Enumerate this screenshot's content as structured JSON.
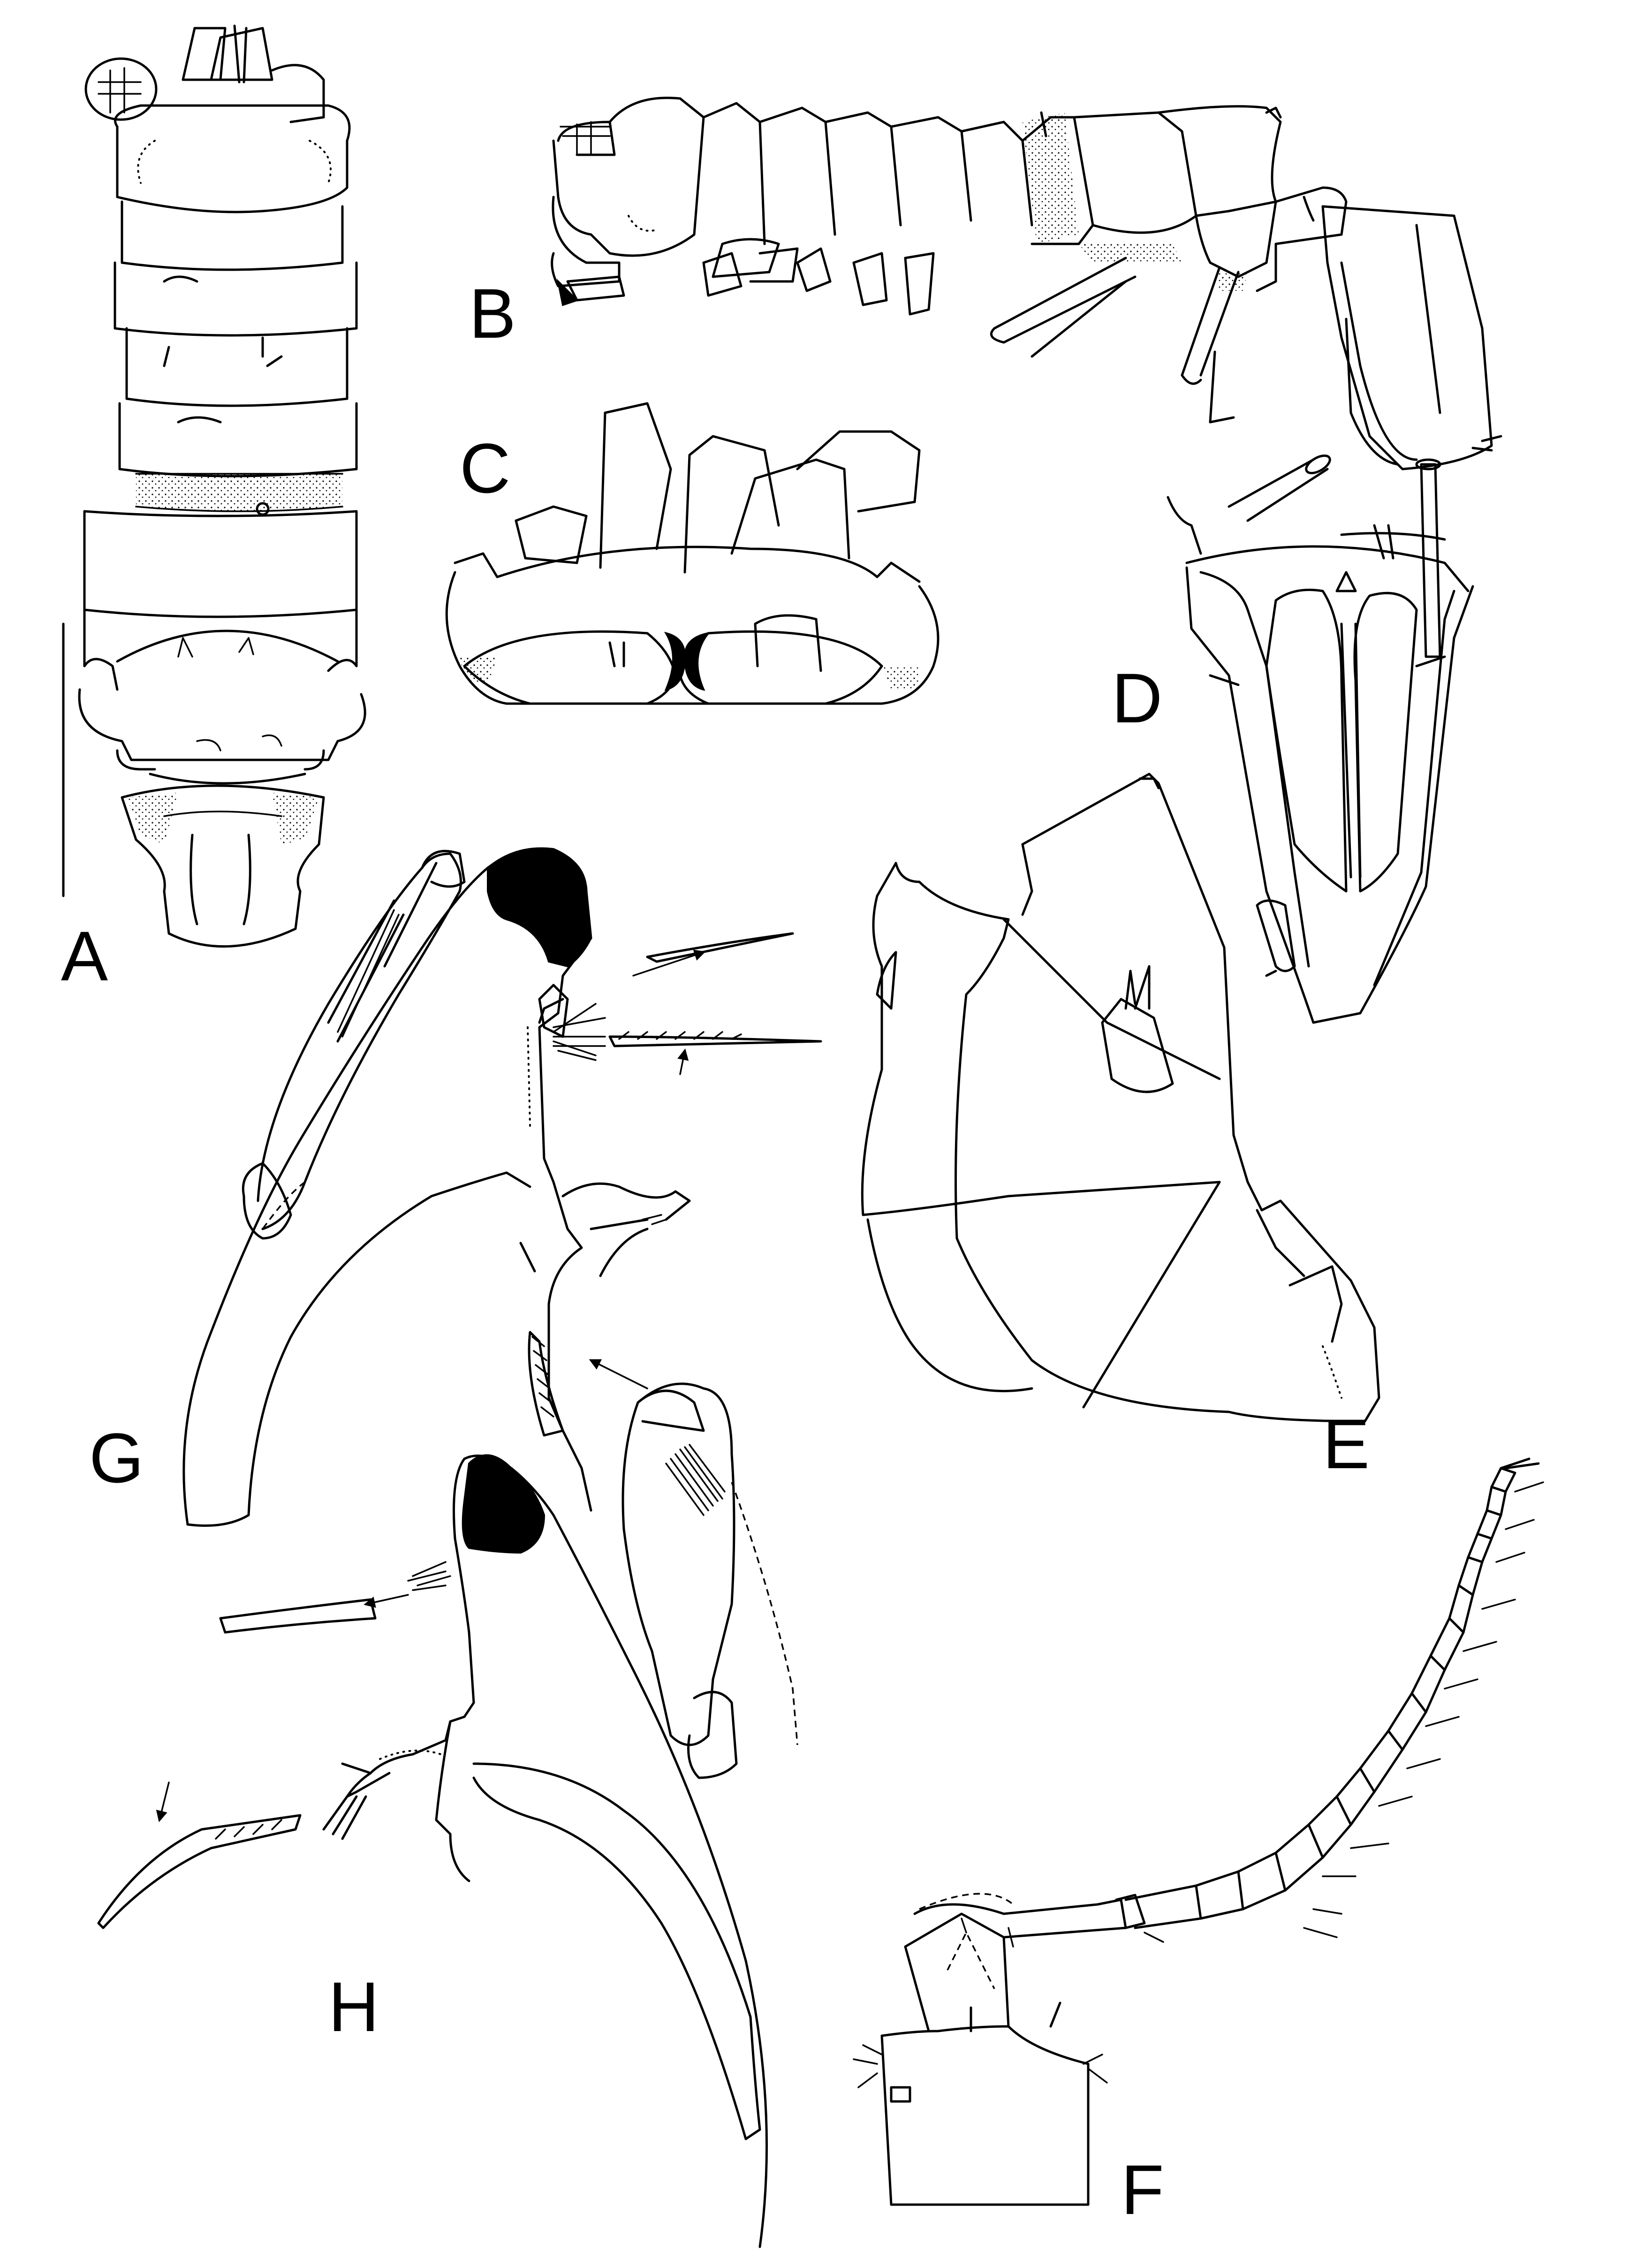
{
  "figure": {
    "panels": [
      {
        "id": "A",
        "label": "A"
      },
      {
        "id": "B",
        "label": "B"
      },
      {
        "id": "C",
        "label": "C"
      },
      {
        "id": "D",
        "label": "D"
      },
      {
        "id": "E",
        "label": "E"
      },
      {
        "id": "F",
        "label": "F"
      },
      {
        "id": "G",
        "label": "G"
      },
      {
        "id": "H",
        "label": "H"
      }
    ],
    "colors": {
      "ink": "#000000",
      "background": "#ffffff"
    }
  }
}
